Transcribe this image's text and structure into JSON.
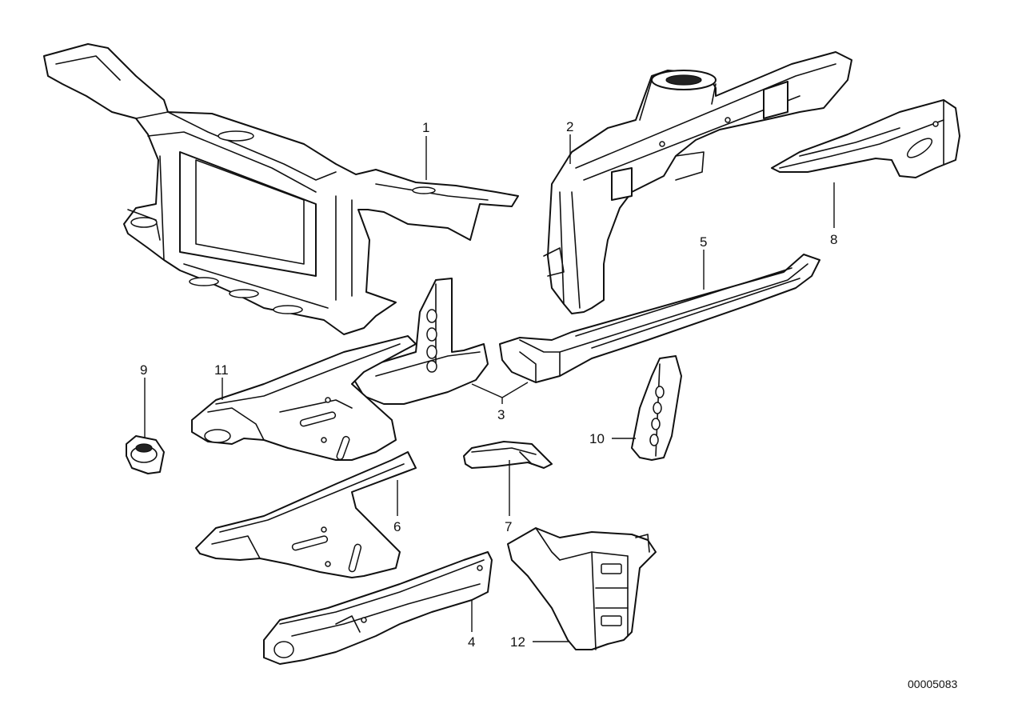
{
  "callouts": [
    "1",
    "2",
    "3",
    "4",
    "5",
    "6",
    "7",
    "8",
    "9",
    "10",
    "11",
    "12"
  ],
  "document_number": "00005083",
  "colors": {
    "ink": "#111111",
    "paper": "#ffffff"
  }
}
